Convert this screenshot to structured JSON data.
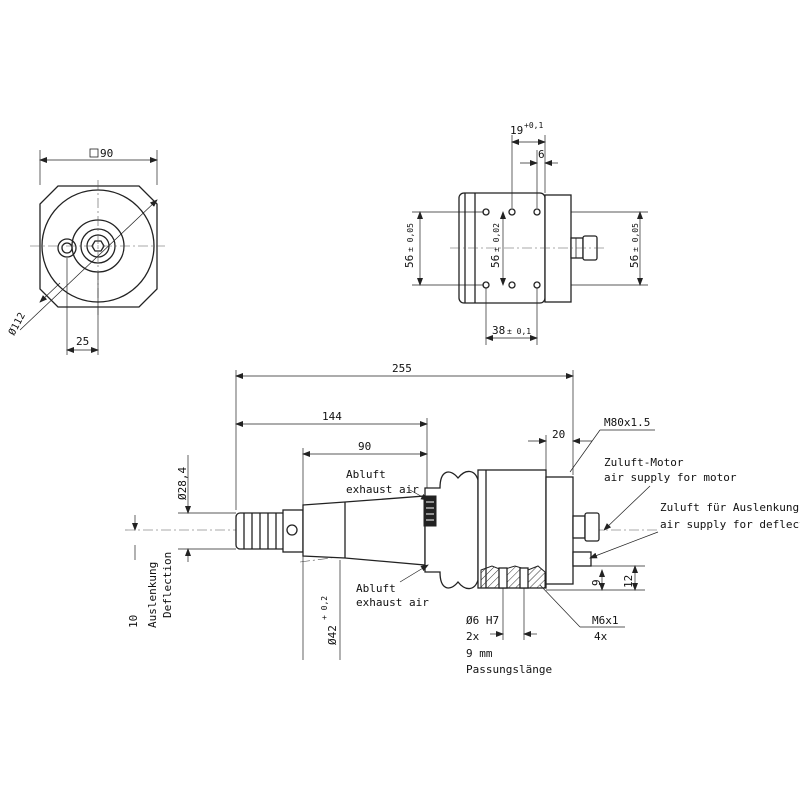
{
  "top_left_view": {
    "square_label": "90",
    "diameter_label": "Ø112",
    "offset_label": "25"
  },
  "top_right_view": {
    "dim_19": "19",
    "dim_19_tol": "+0,1",
    "dim_6": "6",
    "dim_56_left": "56",
    "dim_56_left_tol": "± 0,05",
    "dim_56_mid": "56",
    "dim_56_mid_tol": "± 0,02",
    "dim_56_right": "56",
    "dim_56_right_tol": "± 0,05",
    "dim_38": "38",
    "dim_38_tol": "± 0,1"
  },
  "side_view": {
    "dim_255": "255",
    "dim_144": "144",
    "dim_90": "90",
    "dim_20": "20",
    "thread_label": "M80x1.5",
    "dia_28": "Ø28,4",
    "dia_42": "Ø42",
    "dia_42_tol": "+ 0,2",
    "exhaust_top_1": "Abluft",
    "exhaust_top_2": "exhaust air",
    "exhaust_bottom_1": "Abluft",
    "exhaust_bottom_2": "exhaust air",
    "motor_air_1": "Zuluft-Motor",
    "motor_air_2": "air supply for motor",
    "deflection_air_1": "Zuluft für Auslenkung",
    "deflection_air_2": "air supply for deflection",
    "deflection_value": "10",
    "deflection_de": "Auslenkung",
    "deflection_en": "Deflection",
    "dim_9": "9",
    "dim_12": "12",
    "pin_label": "Ø6 H7",
    "pin_count": "2x",
    "fit_length": "9 mm",
    "fit_label": "Passungslänge",
    "thread_m6": "M6x1",
    "thread_m6_count": "4x"
  }
}
